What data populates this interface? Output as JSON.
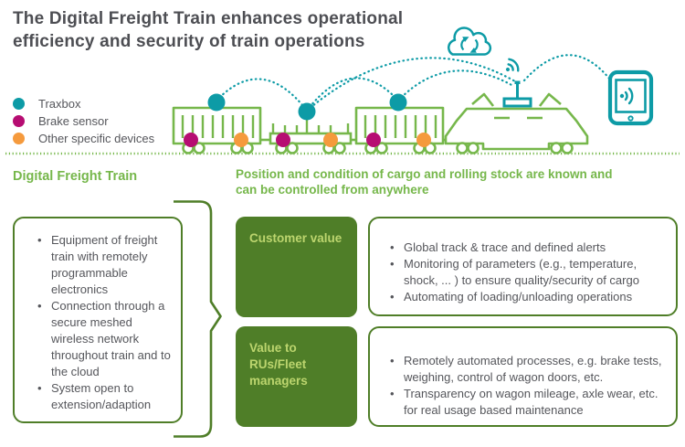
{
  "title": {
    "line1": "The Digital Freight Train enhances operational",
    "line2": "efficiency and security of train operations"
  },
  "legend": {
    "items": [
      {
        "label": "Traxbox",
        "color": "#0d9ba6"
      },
      {
        "label": "Brake sensor",
        "color": "#b60d72"
      },
      {
        "label": "Other specific devices",
        "color": "#f59a3d"
      }
    ]
  },
  "illustration": {
    "icons": [
      "traxbox-dot",
      "brake-sensor-dot",
      "other-device-dot",
      "cloud-sync-icon",
      "antenna-icon",
      "wifi-signal-icon",
      "tablet-icon",
      "freight-wagon",
      "flat-wagon",
      "locomotive",
      "dotted-track",
      "mesh-network-arc",
      "brace-connector"
    ]
  },
  "sections": {
    "left": {
      "header": "Digital Freight Train",
      "bullets": [
        "Equipment of freight train with remotely programmable electronics",
        "Connection through a secure meshed wireless network throughout train and to the cloud",
        "System open to extension/adaption"
      ]
    },
    "right": {
      "header_line1": "Position and condition of cargo and rolling stock are known and",
      "header_line2": "can be controlled from anywhere",
      "groups": [
        {
          "label": "Customer value",
          "bullets": [
            "Global track & trace and defined alerts",
            "Monitoring of parameters (e.g., temperature, shock, ... ) to ensure quality/security of cargo",
            "Automating of loading/unloading operations"
          ]
        },
        {
          "label": "Value to RUs/Fleet managers",
          "bullets": [
            "Remotely automated processes, e.g. brake tests, weighing, control of wagon doors, etc.",
            "Transparency on wagon mileage, axle wear, etc. for real usage based maintenance"
          ]
        }
      ]
    }
  },
  "colors": {
    "teal": "#0d9ba6",
    "green": "#76b74b",
    "dark_green": "#4f7e28",
    "magenta": "#b60d72",
    "orange": "#f59a3d",
    "body_text": "#55565b",
    "title_text": "#4d4e53",
    "green_box_label": "#bcd56e"
  }
}
